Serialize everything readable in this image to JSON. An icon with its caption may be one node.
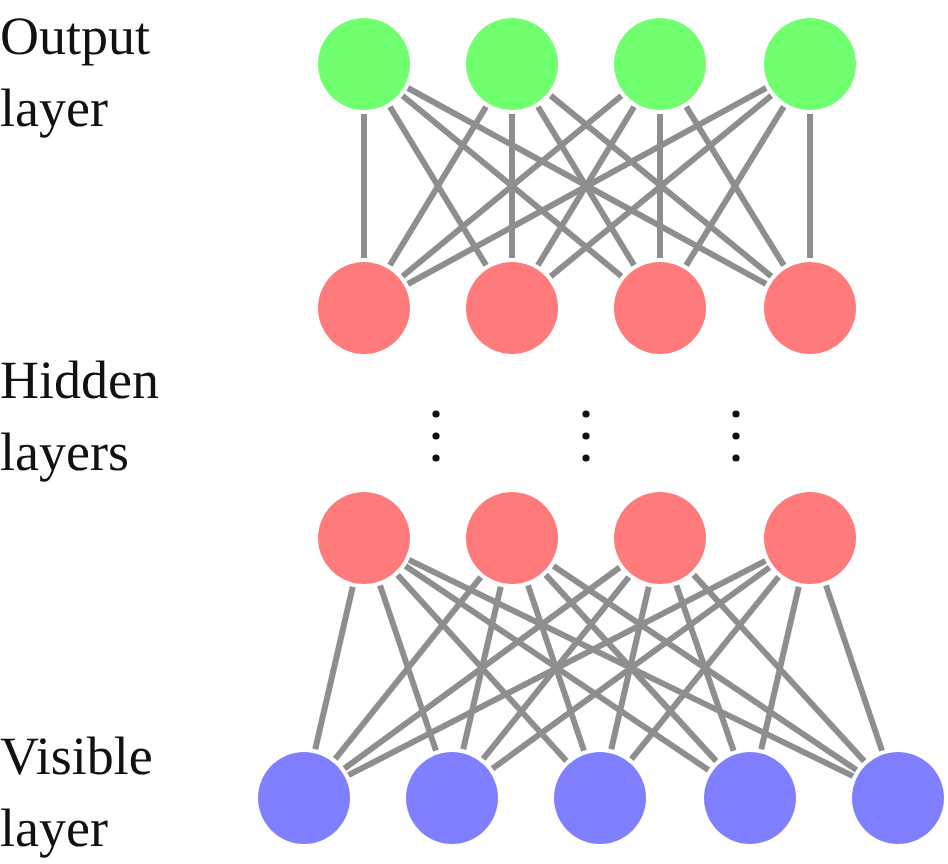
{
  "diagram": {
    "nodes": [
      {
        "text": [],
        "shape": "circle"
      },
      {
        "text": [],
        "shape": "circle"
      },
      {
        "text": [],
        "shape": "circle"
      },
      {
        "text": [],
        "shape": "circle"
      },
      {
        "text": [],
        "shape": "circle"
      },
      {
        "text": [],
        "shape": "circle"
      },
      {
        "text": [],
        "shape": "circle"
      },
      {
        "text": [],
        "shape": "circle"
      },
      {
        "text": [],
        "shape": "circle"
      },
      {
        "text": [],
        "shape": "circle"
      },
      {
        "text": [],
        "shape": "circle"
      },
      {
        "text": [],
        "shape": "circle"
      },
      {
        "text": [],
        "shape": "circle"
      },
      {
        "text": [],
        "shape": "circle"
      },
      {
        "text": [],
        "shape": "circle"
      },
      {
        "text": [],
        "shape": "circle"
      },
      {
        "text": [],
        "shape": "circle"
      }
    ],
    "edges": [
      {
        "from": 0,
        "to": 4,
        "arrow": "none"
      },
      {
        "from": 0,
        "to": 5,
        "arrow": "none"
      },
      {
        "from": 0,
        "to": 6,
        "arrow": "none"
      },
      {
        "from": 0,
        "to": 7,
        "arrow": "none"
      },
      {
        "from": 1,
        "to": 4,
        "arrow": "none"
      },
      {
        "from": 1,
        "to": 5,
        "arrow": "none"
      },
      {
        "from": 1,
        "to": 6,
        "arrow": "none"
      },
      {
        "from": 1,
        "to": 7,
        "arrow": "none"
      },
      {
        "from": 2,
        "to": 4,
        "arrow": "none"
      },
      {
        "from": 2,
        "to": 5,
        "arrow": "none"
      },
      {
        "from": 2,
        "to": 6,
        "arrow": "none"
      },
      {
        "from": 2,
        "to": 7,
        "arrow": "none"
      },
      {
        "from": 3,
        "to": 4,
        "arrow": "none"
      },
      {
        "from": 3,
        "to": 5,
        "arrow": "none"
      },
      {
        "from": 3,
        "to": 6,
        "arrow": "none"
      },
      {
        "from": 3,
        "to": 7,
        "arrow": "none"
      },
      {
        "from": 8,
        "to": 12,
        "arrow": "none"
      },
      {
        "from": 8,
        "to": 13,
        "arrow": "none"
      },
      {
        "from": 8,
        "to": 14,
        "arrow": "none"
      },
      {
        "from": 8,
        "to": 15,
        "arrow": "none"
      },
      {
        "from": 8,
        "to": 16,
        "arrow": "none"
      },
      {
        "from": 9,
        "to": 12,
        "arrow": "none"
      },
      {
        "from": 9,
        "to": 13,
        "arrow": "none"
      },
      {
        "from": 9,
        "to": 14,
        "arrow": "none"
      },
      {
        "from": 9,
        "to": 15,
        "arrow": "none"
      },
      {
        "from": 9,
        "to": 16,
        "arrow": "none"
      },
      {
        "from": 10,
        "to": 12,
        "arrow": "none"
      },
      {
        "from": 10,
        "to": 13,
        "arrow": "none"
      },
      {
        "from": 10,
        "to": 14,
        "arrow": "none"
      },
      {
        "from": 10,
        "to": 15,
        "arrow": "none"
      },
      {
        "from": 10,
        "to": 16,
        "arrow": "none"
      },
      {
        "from": 11,
        "to": 12,
        "arrow": "none"
      },
      {
        "from": 11,
        "to": 13,
        "arrow": "none"
      },
      {
        "from": 11,
        "to": 14,
        "arrow": "none"
      },
      {
        "from": 11,
        "to": 15,
        "arrow": "none"
      },
      {
        "from": 11,
        "to": 16,
        "arrow": "none"
      }
    ],
    "labels": [
      "Output layer",
      "Hidden layers",
      "Visible layer"
    ]
  }
}
